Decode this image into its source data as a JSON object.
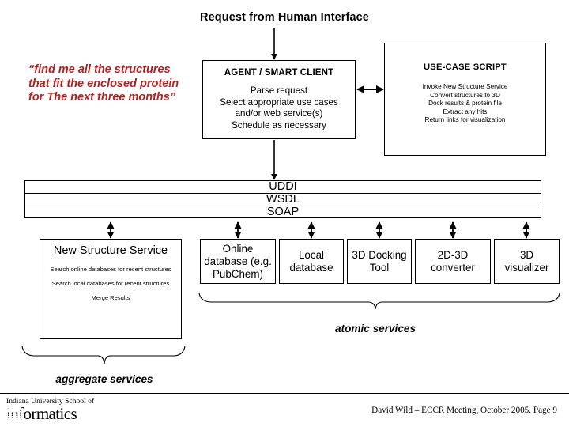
{
  "slide": {
    "title": "Request from Human Interface"
  },
  "user_request": {
    "quote": "“find me all the structures that fit the enclosed protein for The next three months”",
    "color": "#B22222"
  },
  "agent": {
    "title": "AGENT / SMART CLIENT",
    "lines": [
      "Parse request",
      "Select appropriate use cases",
      "and/or web service(s)",
      "Schedule as necessary"
    ]
  },
  "usecase": {
    "title": "USE-CASE SCRIPT",
    "lines": [
      "Invoke New Structure Service",
      "Convert structures to 3D",
      "Dock results & protein file",
      "Extract any hits",
      "Return links for visualization"
    ]
  },
  "protocol_stack": {
    "bars": [
      "UDDI",
      "WSDL",
      "SOAP"
    ]
  },
  "services": {
    "aggregate": [
      {
        "title": "New Structure Service",
        "lines": [
          "Search online databases for recent structures",
          "Search local databases for recent structures",
          "Merge Results"
        ]
      }
    ],
    "atomic": [
      {
        "title": "Online database (e.g. PubChem)"
      },
      {
        "title": "Local database"
      },
      {
        "title": "3D Docking Tool"
      },
      {
        "title": "2D-3D converter"
      },
      {
        "title": "3D visualizer"
      }
    ]
  },
  "braces": {
    "atomic_label": "atomic services",
    "aggregate_label": "aggregate services"
  },
  "footer": {
    "credit": "David Wild – ECCR Meeting, October 2005.  Page 9",
    "logo_line1": "Indiana University School of",
    "logo_wordmark_striped": "inf",
    "logo_wordmark_rest": "ormatics"
  }
}
